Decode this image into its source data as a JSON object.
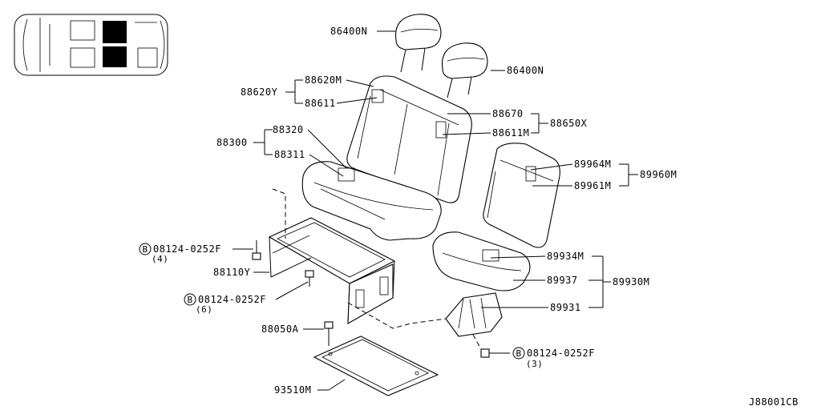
{
  "diagram_id": "J88001CB",
  "labels": {
    "headrest_left": "86400N",
    "headrest_right": "86400N",
    "back_trim_left_upper": "88620M",
    "back_trim_left_group": "88620Y",
    "back_trim_left_lower": "88611",
    "cushion_group": "88300",
    "cushion_trim": "88320",
    "cushion_pad": "88311",
    "back_center_upper": "88670",
    "back_center_lower": "88611M",
    "back_center_group": "88650X",
    "right_back_upper": "89964M",
    "right_back_lower": "89961M",
    "right_back_group": "89960M",
    "right_cushion_upper": "89934M",
    "right_cushion_mid": "89937",
    "right_cushion_group": "89930M",
    "right_frame": "89931",
    "bolt_1": "08124-0252F",
    "bolt_1_qty": "(4)",
    "frame": "88110Y",
    "bolt_2": "08124-0252F",
    "bolt_2_qty": "(6)",
    "bolt_3": "88050A",
    "bolt_4": "08124-0252F",
    "bolt_4_qty": "(3)",
    "cover": "93510M",
    "bolt_marker": "B"
  }
}
